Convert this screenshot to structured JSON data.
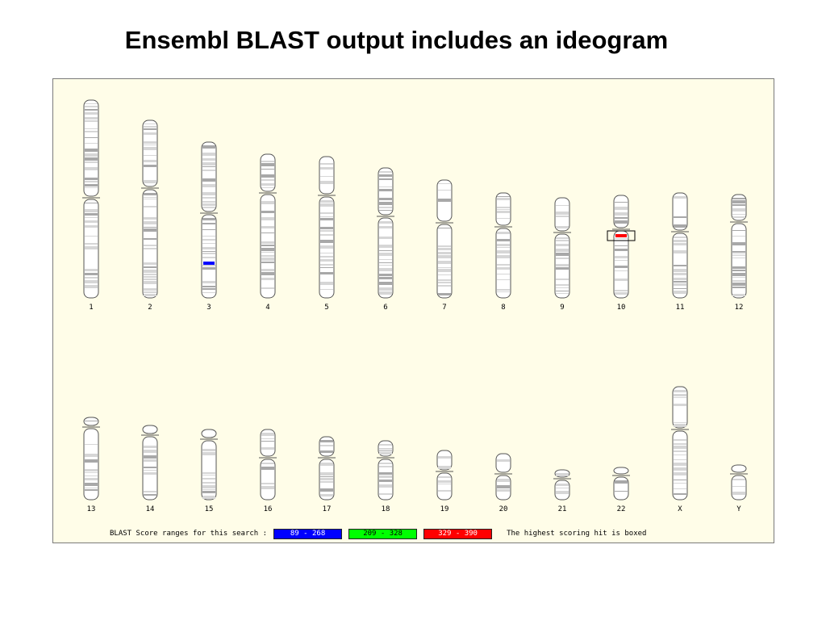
{
  "slide": {
    "title": "Ensembl BLAST output includes an ideogram"
  },
  "colors": {
    "panel_background": "#fffde8",
    "chromosome_outline": "#555555",
    "band_light": "#d6d6d6",
    "band_dark": "#a8a8a8",
    "hit_box": "#000000"
  },
  "chromosomes": [
    {
      "label": "1"
    },
    {
      "label": "2"
    },
    {
      "label": "3"
    },
    {
      "label": "4"
    },
    {
      "label": "5"
    },
    {
      "label": "6"
    },
    {
      "label": "7"
    },
    {
      "label": "8"
    },
    {
      "label": "9"
    },
    {
      "label": "10"
    },
    {
      "label": "11"
    },
    {
      "label": "12"
    },
    {
      "label": "13"
    },
    {
      "label": "14"
    },
    {
      "label": "15"
    },
    {
      "label": "16"
    },
    {
      "label": "17"
    },
    {
      "label": "18"
    },
    {
      "label": "19"
    },
    {
      "label": "20"
    },
    {
      "label": "21"
    },
    {
      "label": "22"
    },
    {
      "label": "X"
    },
    {
      "label": "Y"
    }
  ],
  "hits": [
    {
      "chromosome": "3",
      "range": "89 - 268",
      "boxed": false
    },
    {
      "chromosome": "10",
      "range": "329 - 390",
      "boxed": true
    }
  ],
  "legend": {
    "prefix": "BLAST Score ranges for this search :",
    "ranges": [
      {
        "label": "89 - 268",
        "color": "#0000ff",
        "text_color": "#ffffff"
      },
      {
        "label": "209 - 328",
        "color": "#00ff00",
        "text_color": "#000000"
      },
      {
        "label": "329 - 390",
        "color": "#ff0000",
        "text_color": "#ffffff"
      }
    ],
    "note": "The highest scoring hit is boxed"
  }
}
